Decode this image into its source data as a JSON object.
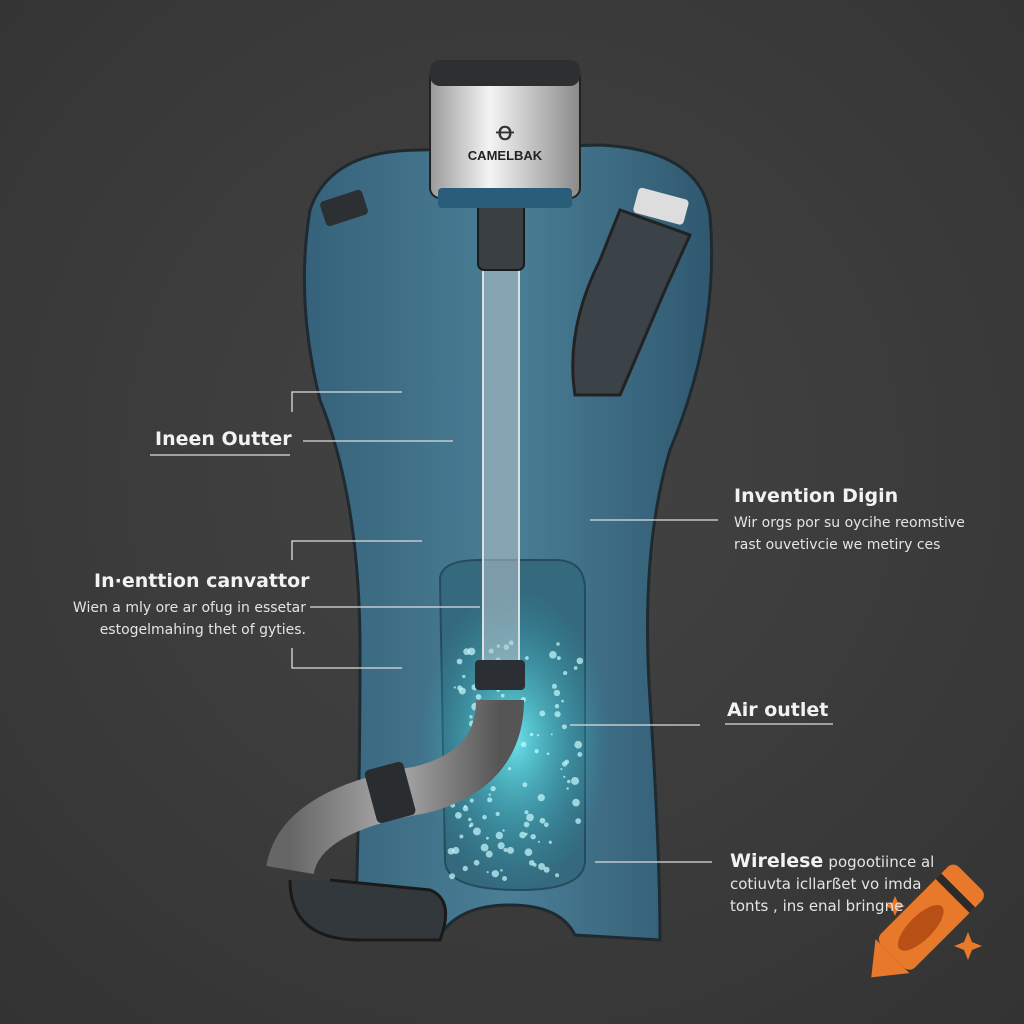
{
  "brand": {
    "name": "CAMELBAK"
  },
  "callouts": [
    {
      "title": "Ineen Outter",
      "description": []
    },
    {
      "title": "In·enttion canvattor",
      "description": [
        "Wien a mly ore ar ofug in essetar",
        "estogelmahing thet of gyties."
      ]
    },
    {
      "title": "Invention Digin",
      "description": [
        "Wir orgs por su oycihe reomstive",
        "rast ouvetivcie we metiry ces"
      ]
    },
    {
      "title": "Air outlet",
      "description": []
    },
    {
      "title": "Wirelese",
      "description_inline": "pogootiince al",
      "description": [
        "cotiuvta icllarßet vo imda",
        "tonts , ins enal bringne"
      ]
    }
  ],
  "colors": {
    "background": "#3b3b3b",
    "bladder": "#3f6e83",
    "glow": "#4fd8e6",
    "crayon": "#e8782a"
  },
  "icons": [
    "crayon-logo-icon",
    "sparkle-icon"
  ]
}
